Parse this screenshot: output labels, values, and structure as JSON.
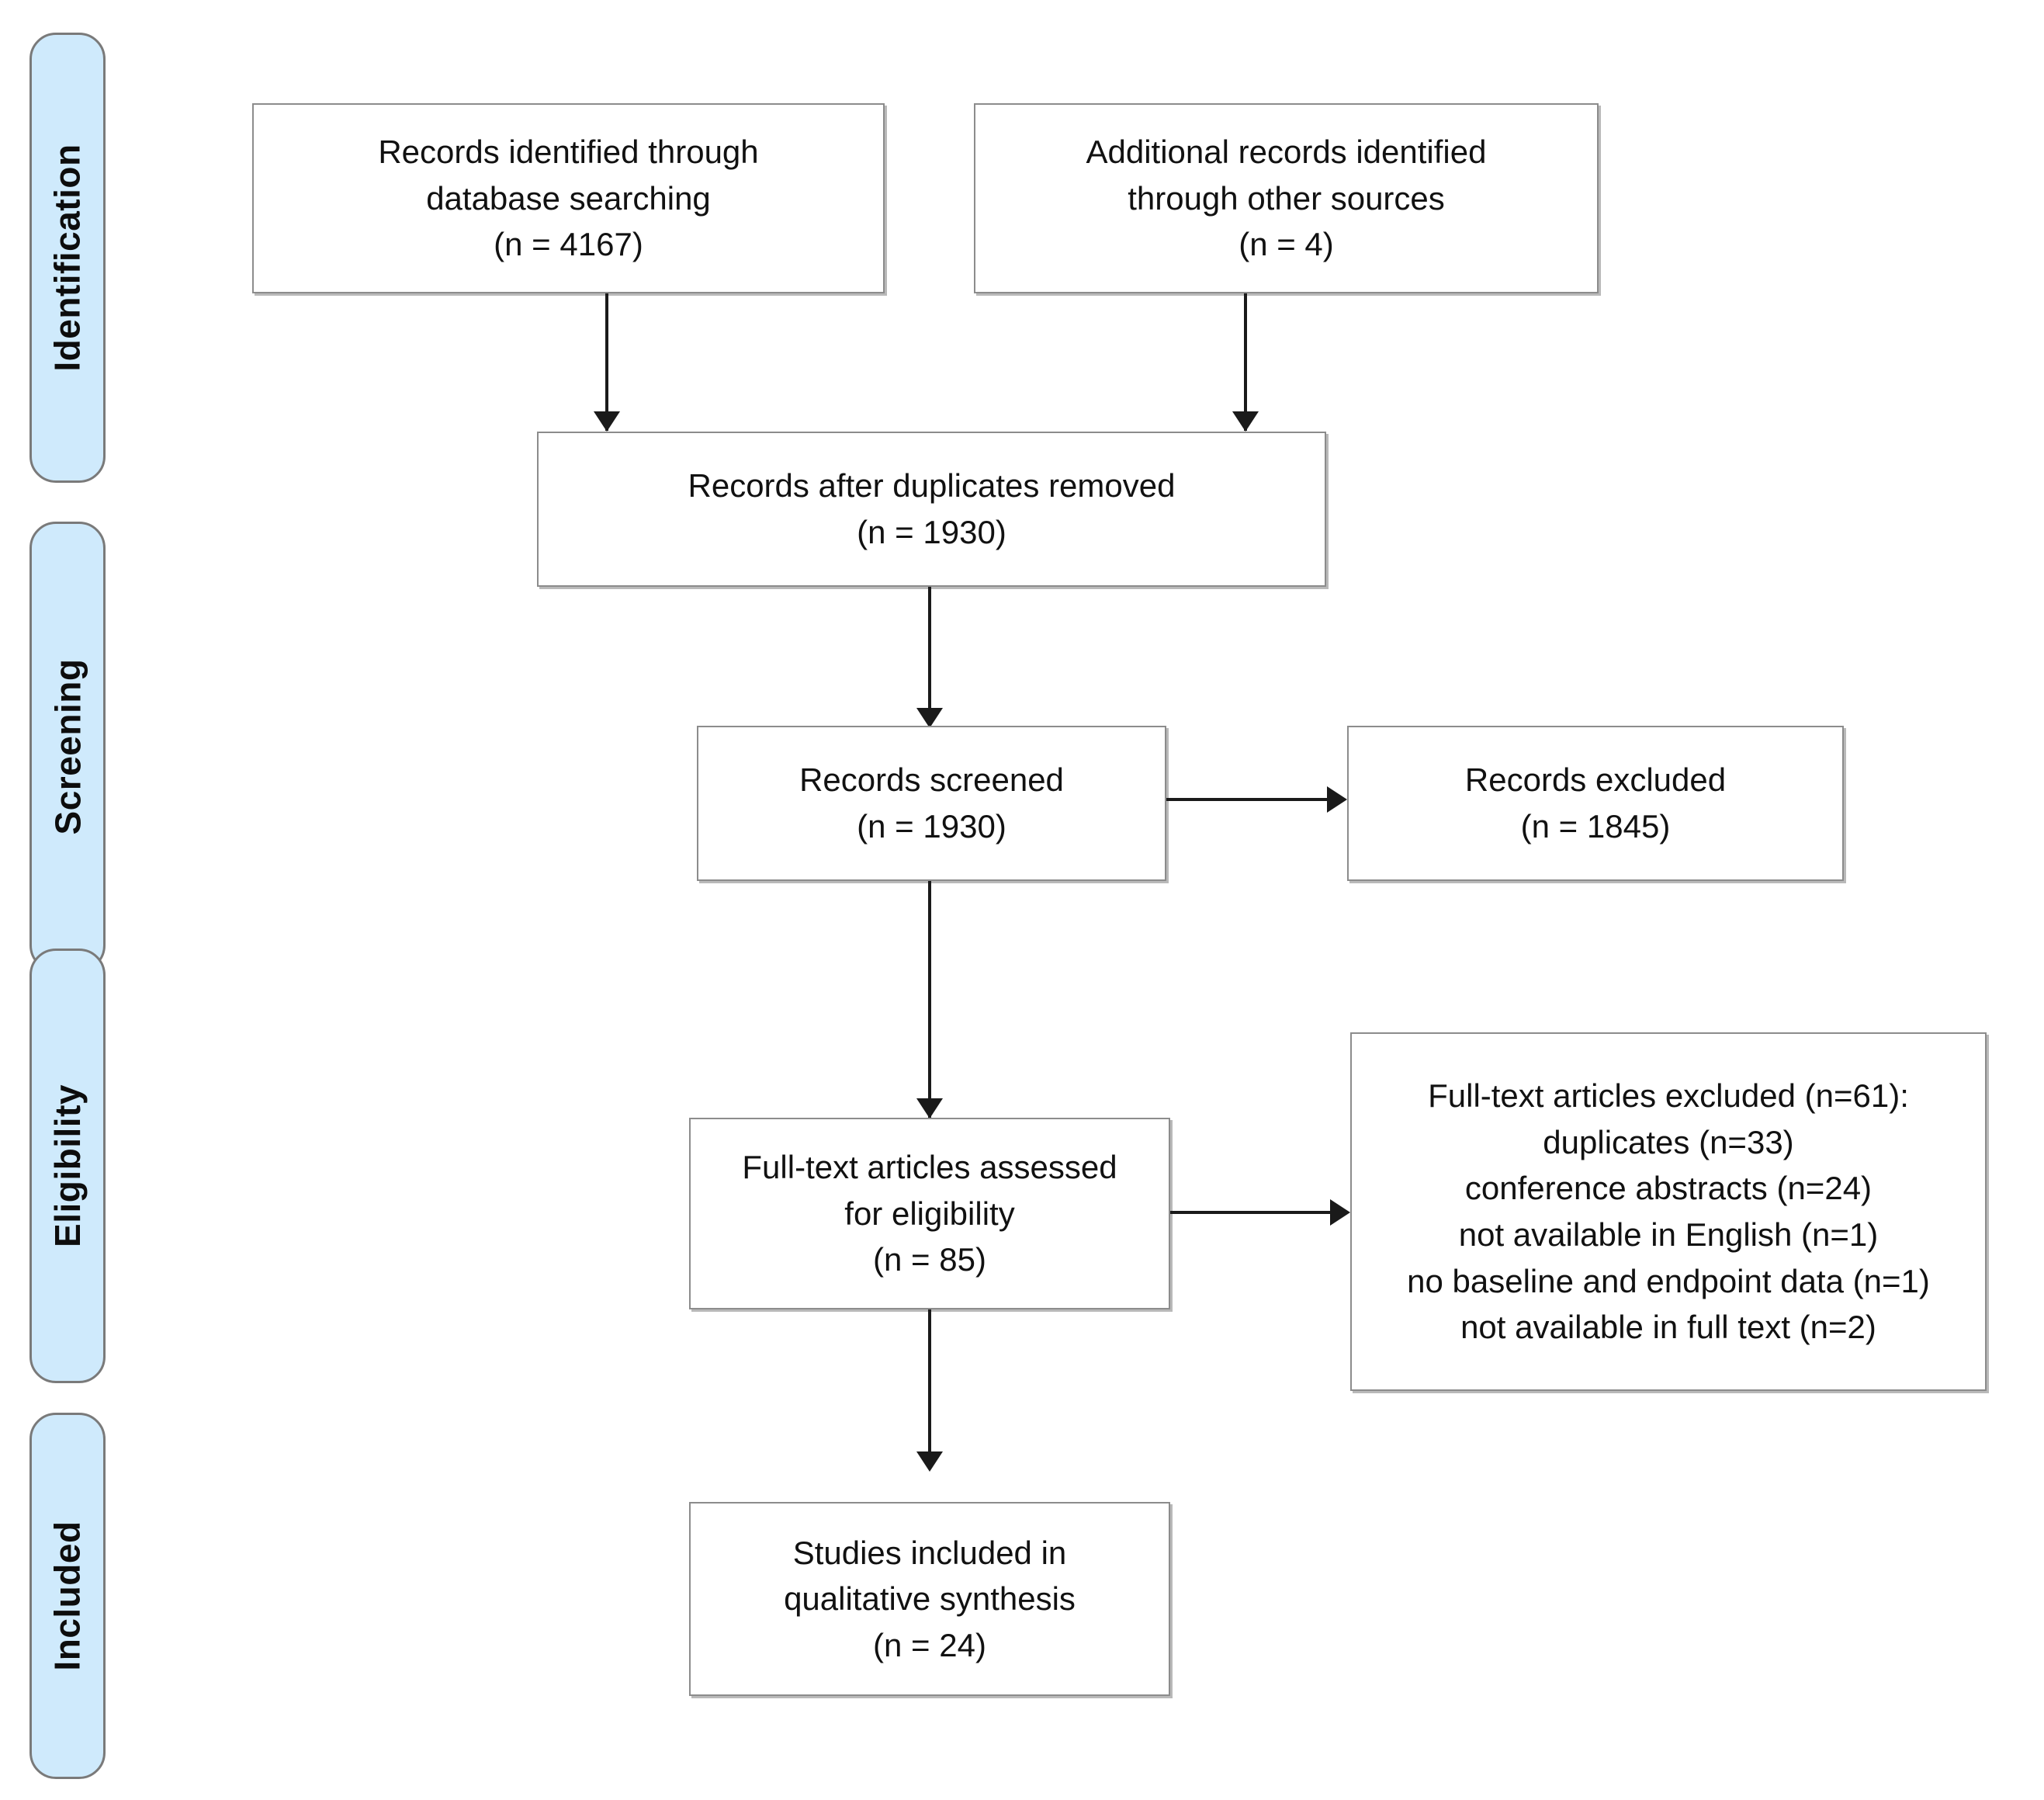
{
  "diagram": {
    "type": "prisma-flow-diagram",
    "stages": [
      {
        "id": "identification",
        "label": "Identification"
      },
      {
        "id": "screening",
        "label": "Screening"
      },
      {
        "id": "eligibility",
        "label": "Eligibility"
      },
      {
        "id": "included",
        "label": "Included"
      }
    ],
    "boxes": [
      {
        "id": "records-database",
        "text": "Records identified through\ndatabase searching\n(n = 4167)",
        "stage": "identification",
        "n": 4167
      },
      {
        "id": "records-other-sources",
        "text": "Additional records identified\nthrough other sources\n(n = 4)",
        "stage": "identification",
        "n": 4
      },
      {
        "id": "records-duplicates-removed",
        "text": "Records after duplicates removed\n(n = 1930)",
        "stage": "screening",
        "n": 1930
      },
      {
        "id": "records-screened",
        "text": "Records screened\n(n = 1930)",
        "stage": "screening",
        "n": 1930
      },
      {
        "id": "records-excluded",
        "text": "Records excluded\n(n = 1845)",
        "stage": "screening",
        "n": 1845
      },
      {
        "id": "fulltext-assessed",
        "text": "Full-text articles assessed\nfor eligibility\n(n = 85)",
        "stage": "eligibility",
        "n": 85
      },
      {
        "id": "fulltext-excluded",
        "text": "Full-text articles excluded (n=61):\nduplicates (n=33)\nconference abstracts (n=24)\nnot available in English (n=1)\nno baseline and endpoint data (n=1)\nnot available in full text (n=2)",
        "stage": "eligibility",
        "n": 61,
        "reasons": [
          {
            "label": "duplicates",
            "n": 33
          },
          {
            "label": "conference abstracts",
            "n": 24
          },
          {
            "label": "not available in English",
            "n": 1
          },
          {
            "label": "no baseline and endpoint data",
            "n": 1
          },
          {
            "label": "not available in full text",
            "n": 2
          }
        ]
      },
      {
        "id": "studies-included",
        "text": "Studies included in\nqualitative synthesis\n(n = 24)",
        "stage": "included",
        "n": 24
      }
    ],
    "colors": {
      "stage_fill": "#cfeafc",
      "stage_border": "#7a7a7a",
      "box_border": "#8c8c8c",
      "box_fill": "#ffffff",
      "connector": "#1a1a1a",
      "background": "#ffffff"
    }
  }
}
